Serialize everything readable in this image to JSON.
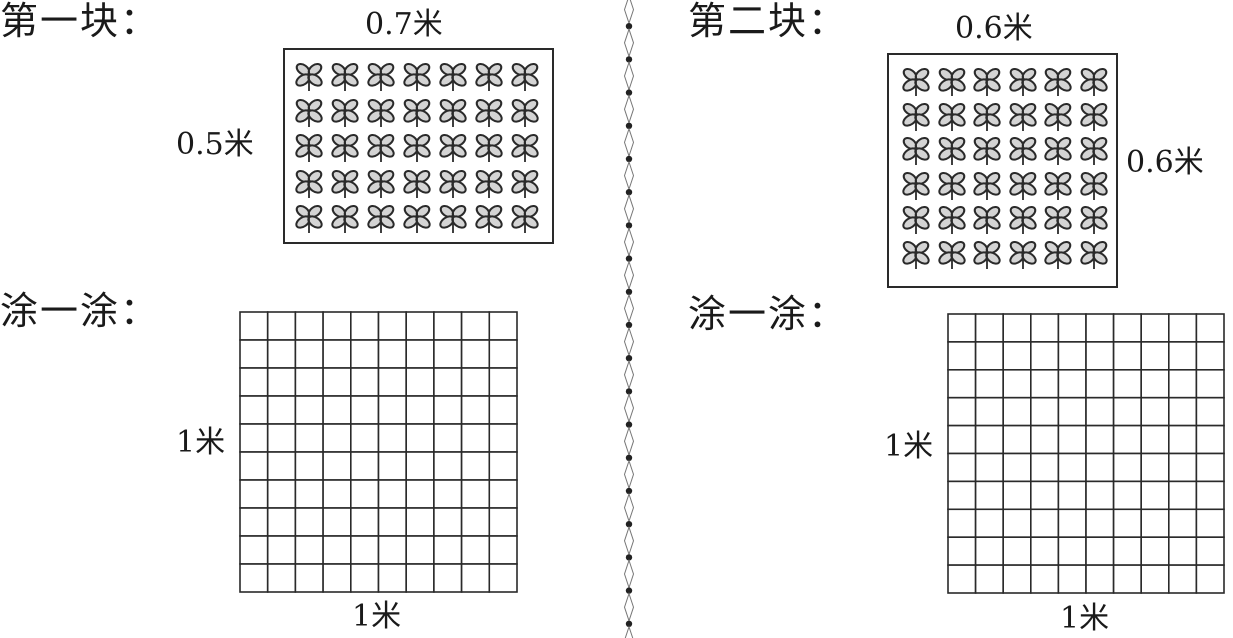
{
  "left_panel": {
    "title": "第一块：",
    "plot": {
      "width_label": "0.7米",
      "height_label": "0.5米",
      "cols": 7,
      "rows": 5,
      "icon": "clover-plant-icon"
    },
    "fill_prompt": "涂一涂：",
    "grid": {
      "cols": 10,
      "rows": 10,
      "side_label": "1米",
      "bottom_label": "1米"
    }
  },
  "right_panel": {
    "title": "第二块：",
    "plot": {
      "width_label": "0.6米",
      "height_label": "0.6米",
      "cols": 6,
      "rows": 6,
      "icon": "clover-plant-icon"
    },
    "fill_prompt": "涂一涂：",
    "grid": {
      "cols": 10,
      "rows": 10,
      "side_label": "1米",
      "bottom_label": "1米"
    }
  },
  "divider": {
    "pattern": "diamond-dot-chain"
  },
  "colors": {
    "ink": "#1a1a1a",
    "leaf_fill": "#d4d4d4",
    "line": "#2a2a2a"
  }
}
